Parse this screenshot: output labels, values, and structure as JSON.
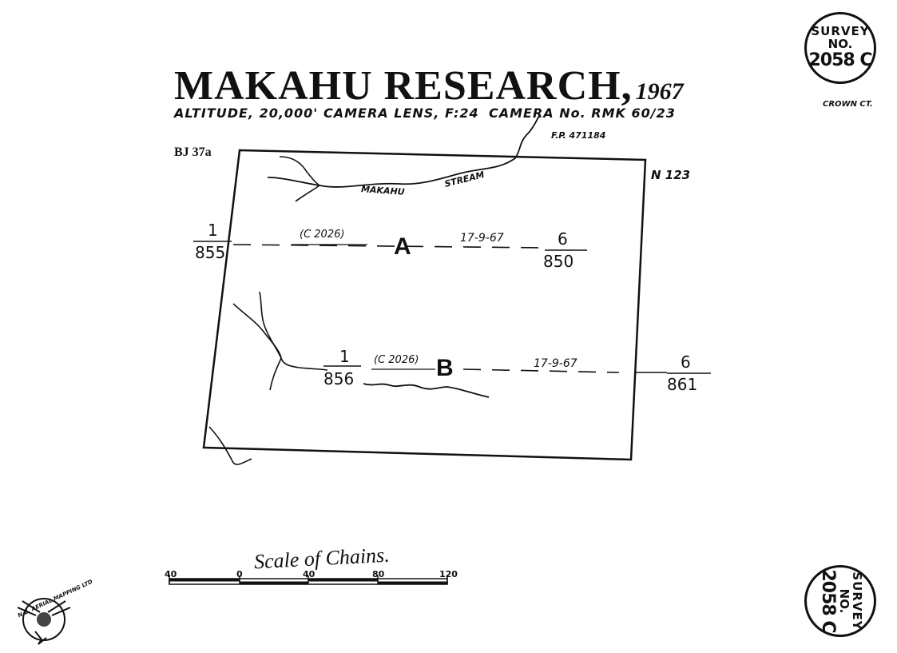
{
  "header": {
    "title": "MAKAHU RESEARCH,",
    "year": "1967",
    "altitude": "ALTITUDE, 20,000'",
    "lens": "CAMERA LENS, F:24",
    "camera": "CAMERA No. RMK 60/23",
    "fp": "F.P. 471184"
  },
  "map": {
    "sheet_ref": "BJ 37a",
    "north_ref": "N 123",
    "stream_name_1": "MAKAHU",
    "stream_name_2": "STREAM"
  },
  "strips": [
    {
      "letter": "A",
      "start_num": "1",
      "start_den": "855",
      "ref": "(C 2026)",
      "date": "17-9-67",
      "end_num": "6",
      "end_den": "850"
    },
    {
      "letter": "B",
      "start_num": "1",
      "start_den": "856",
      "ref": "(C 2026)",
      "date": "17-9-67",
      "end_num": "6",
      "end_den": "861"
    }
  ],
  "stamps": {
    "top": {
      "line1": "SURVEY",
      "line2": "NO.",
      "line3": "2058 C",
      "note": "CROWN CT."
    },
    "bottom": {
      "line1": "SURVEY",
      "line2": "NO.",
      "line3": "2058 C"
    }
  },
  "scale": {
    "title": "Scale of Chains.",
    "ticks": [
      "40",
      "0",
      "40",
      "80",
      "120"
    ]
  },
  "logo": {
    "text": "N.Z. AERIAL MAPPING LTD"
  },
  "colors": {
    "ink": "#111111",
    "paper": "#ffffff"
  }
}
